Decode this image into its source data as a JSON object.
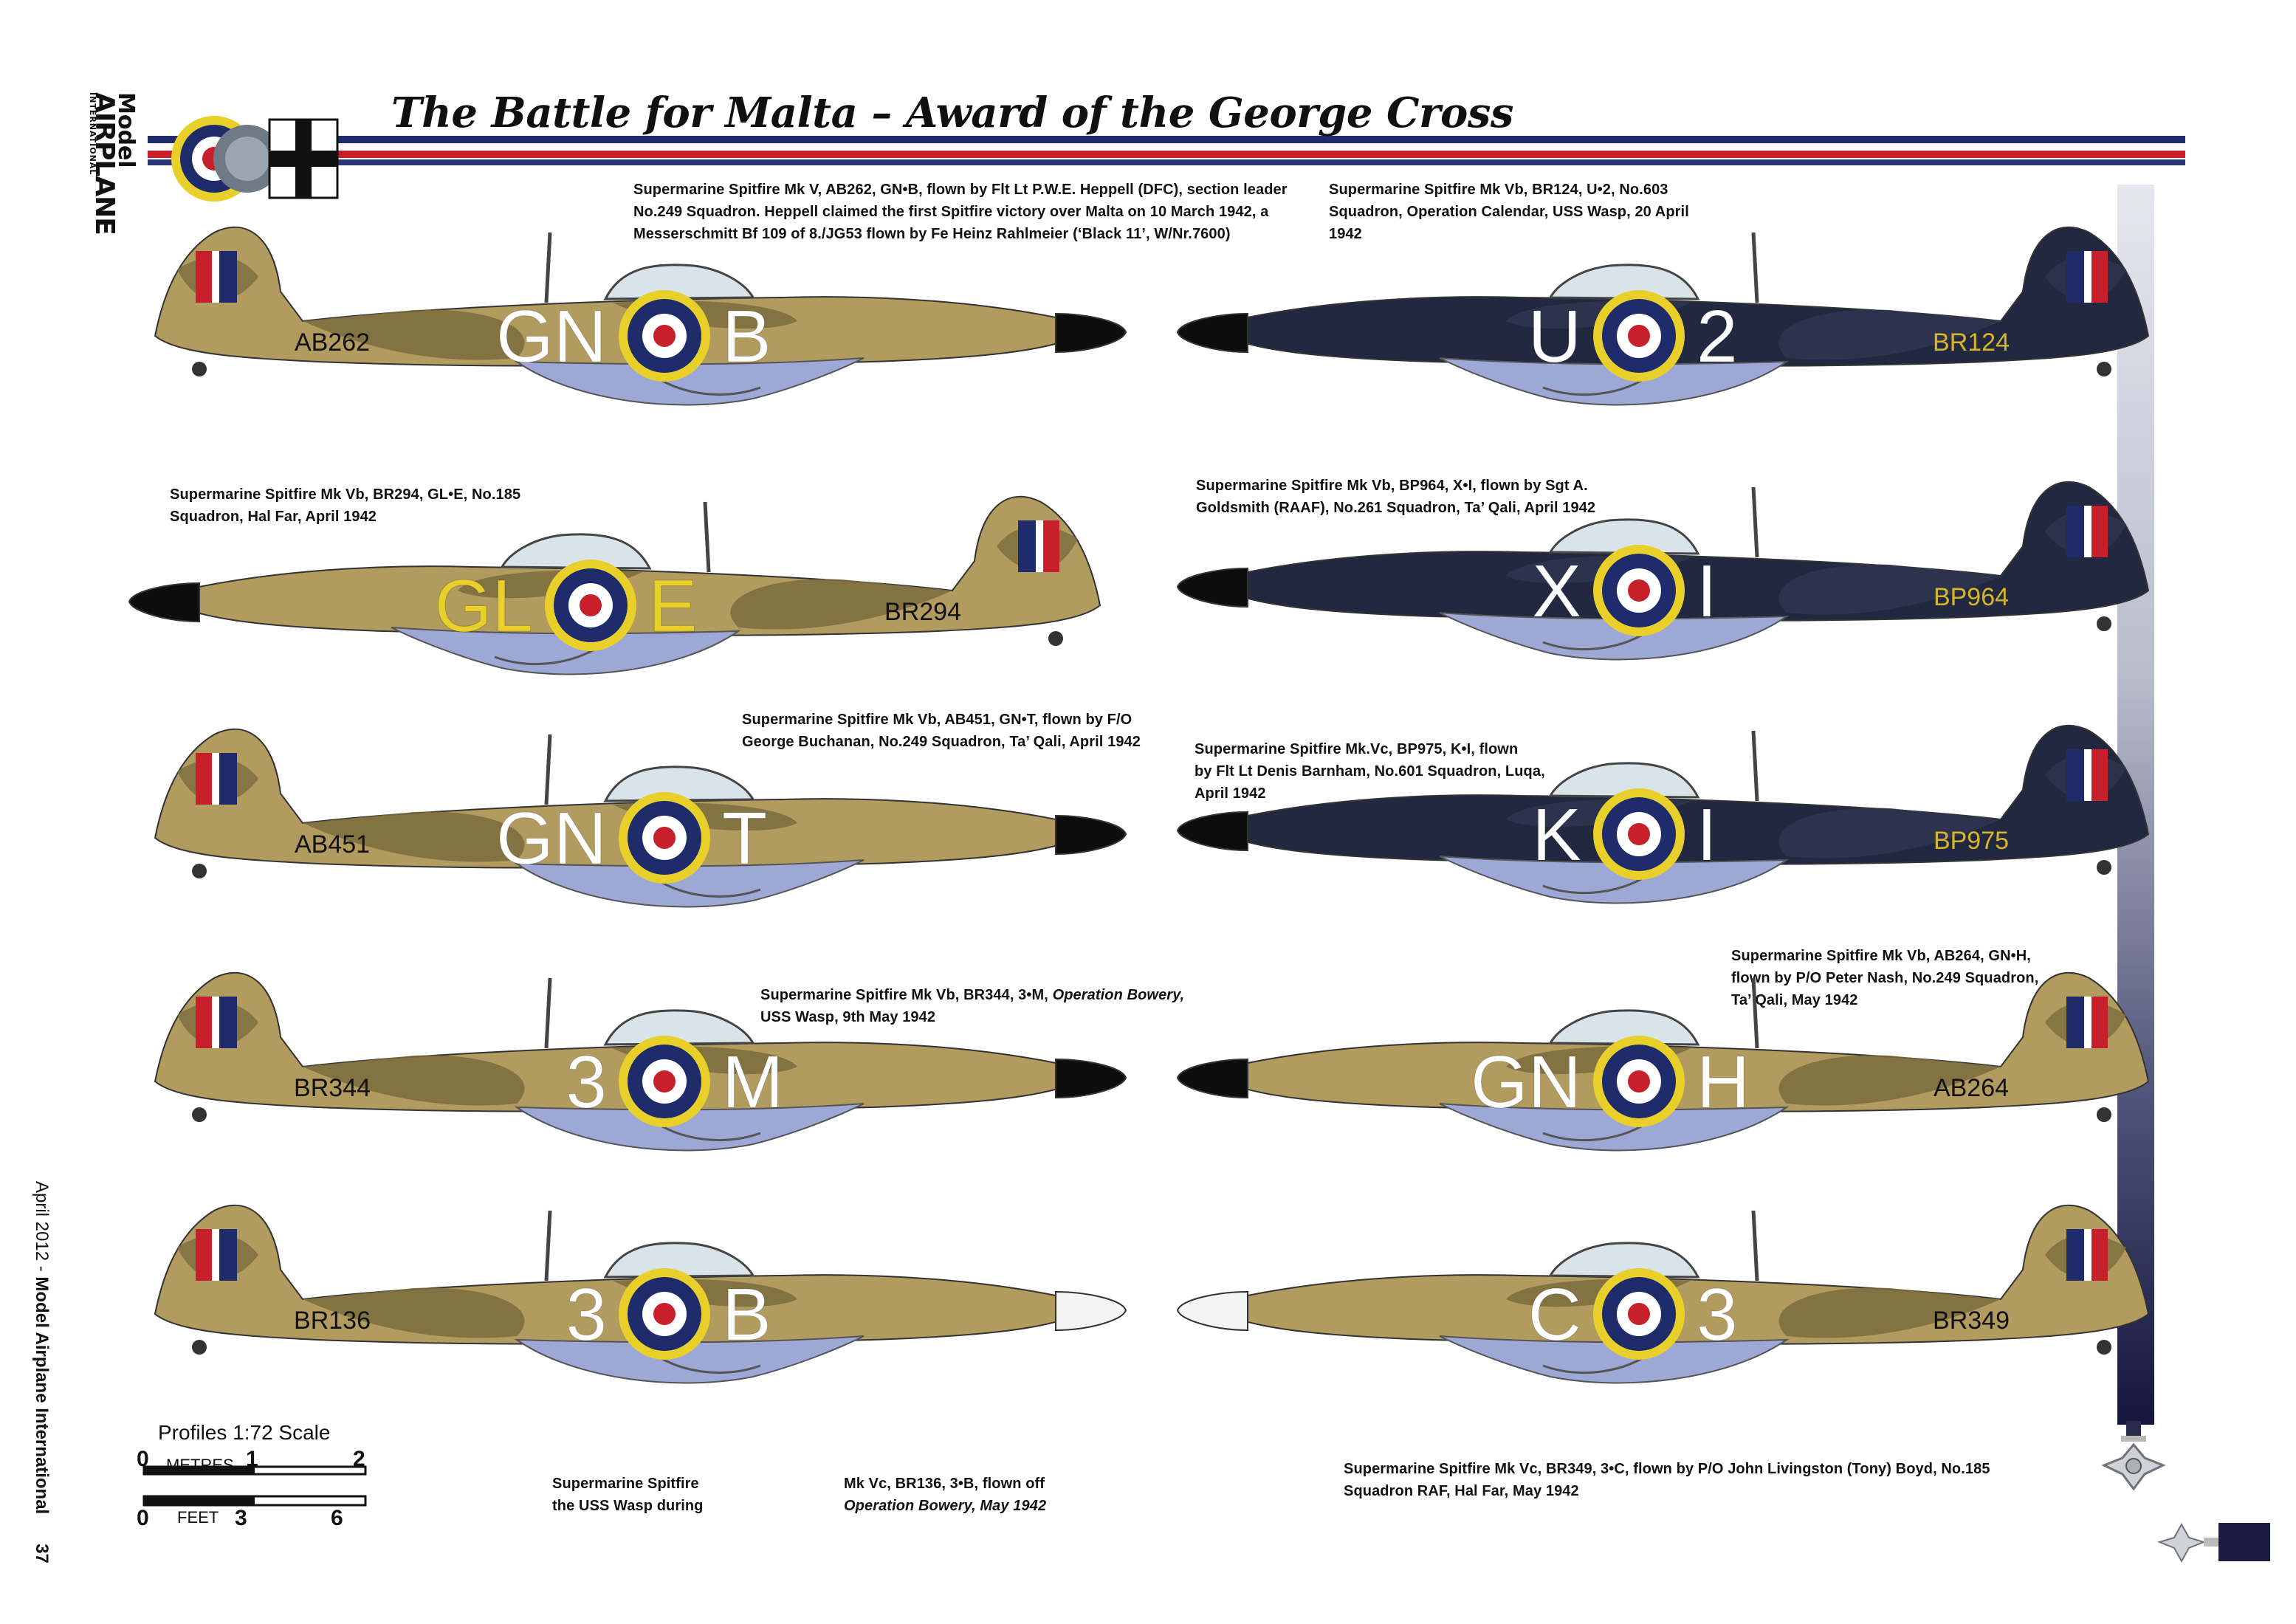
{
  "magazine": {
    "logo_line1": "Model",
    "logo_line2": "AIRPLANE",
    "logo_line3": "INTERNATIONAL"
  },
  "title": "The Battle for Malta – Award of the George Cross",
  "footer": {
    "issue": "April 2012 - ",
    "magazine": "Model Airplane International",
    "page": "37"
  },
  "scale": {
    "title": "Profiles 1:72 Scale",
    "metres_label": "METRES",
    "metres_ticks": [
      "0",
      "1",
      "2"
    ],
    "feet_label": "FEET",
    "feet_ticks": [
      "0",
      "3",
      "6"
    ]
  },
  "colors": {
    "raf_red": "#c8202a",
    "raf_blue": "#1f2c6b",
    "raf_yellow": "#e8cf2a",
    "desert_tan": "#b29b5f",
    "desert_brown": "#7a6c3e",
    "navy": "#22283f",
    "under_blue": "#9da8d6"
  },
  "captions": [
    {
      "id": "c1",
      "lines": [
        "Supermarine Spitfire Mk V, AB262, GN•B, flown by Flt Lt P.W.E. Heppell (DFC), section leader",
        "No.249 Squadron. Heppell claimed the first Spitfire victory over Malta on 10 March 1942, a",
        "Messerschmitt Bf 109 of 8./JG53 flown by Fe Heinz Rahlmeier (‘Black 11’, W/Nr.7600)"
      ]
    },
    {
      "id": "c2",
      "lines": [
        "Supermarine Spitfire Mk Vb, BR124, U•2, No.603",
        "Squadron, Operation Calendar, USS Wasp, 20 April",
        "1942"
      ]
    },
    {
      "id": "c3",
      "lines": [
        "Supermarine Spitfire Mk Vb, BR294, GL•E, No.185",
        "Squadron, Hal Far, April 1942"
      ]
    },
    {
      "id": "c4",
      "lines": [
        "Supermarine Spitfire Mk Vb, BP964, X•I, flown by Sgt A.",
        "Goldsmith (RAAF), No.261 Squadron, Ta’ Qali, April 1942"
      ]
    },
    {
      "id": "c5",
      "lines": [
        "Supermarine Spitfire Mk Vb, AB451, GN•T, flown by F/O",
        "George Buchanan, No.249 Squadron, Ta’ Qali, April 1942"
      ]
    },
    {
      "id": "c6",
      "lines": [
        "Supermarine Spitfire Mk.Vc, BP975, K•I, flown",
        "by Flt Lt Denis Barnham, No.601 Squadron, Luqa,",
        "April 1942"
      ]
    },
    {
      "id": "c7",
      "lines": [
        "Supermarine Spitfire Mk Vb, BR344, 3•M, ",
        "USS Wasp, 9th May 1942"
      ],
      "italic_tail": "Operation Bowery,"
    },
    {
      "id": "c8",
      "lines": [
        "Supermarine Spitfire Mk Vb, AB264, GN•H,",
        "flown by P/O Peter Nash, No.249 Squadron,",
        "Ta’ Qali, May 1942"
      ]
    },
    {
      "id": "c9a",
      "lines": [
        "Supermarine   Spitfire",
        "the  USS  Wasp  during"
      ]
    },
    {
      "id": "c9b",
      "lines": [
        "Mk Vc, BR136, 3•B, flown off",
        "Operation Bowery, May 1942"
      ]
    },
    {
      "id": "c10",
      "lines": [
        "Supermarine Spitfire Mk Vc, BR349, 3•C, flown by P/O John Livingston (Tony) Boyd, No.185",
        "Squadron RAF, Hal Far, May 1942"
      ]
    }
  ],
  "aircraft": [
    {
      "id": "p1",
      "serial": "AB262",
      "code_left": "GN",
      "code_right": "B",
      "scheme": "desert",
      "facing": "right",
      "spinner": "black"
    },
    {
      "id": "p2",
      "serial": "BR124",
      "code_left": "U",
      "code_right": "2",
      "scheme": "navy",
      "facing": "left",
      "spinner": "black"
    },
    {
      "id": "p3",
      "serial": "BR294",
      "code_left": "GL",
      "code_right": "E",
      "scheme": "desert",
      "facing": "left",
      "spinner": "black",
      "code_color": "yellow"
    },
    {
      "id": "p4",
      "serial": "BP964",
      "code_left": "X",
      "code_right": "I",
      "scheme": "navy",
      "facing": "left",
      "spinner": "black"
    },
    {
      "id": "p5",
      "serial": "AB451",
      "code_left": "GN",
      "code_right": "T",
      "scheme": "desert",
      "facing": "right",
      "spinner": "black"
    },
    {
      "id": "p6",
      "serial": "BP975",
      "code_left": "K",
      "code_right": "I",
      "scheme": "navy",
      "facing": "left",
      "spinner": "black"
    },
    {
      "id": "p7",
      "serial": "BR344",
      "code_left": "3",
      "code_right": "M",
      "scheme": "desert",
      "facing": "right",
      "spinner": "black"
    },
    {
      "id": "p8",
      "serial": "AB264",
      "code_left": "GN",
      "code_right": "H",
      "scheme": "desert",
      "facing": "left",
      "spinner": "black"
    },
    {
      "id": "p9",
      "serial": "BR136",
      "code_left": "3",
      "code_right": "B",
      "scheme": "desert",
      "facing": "right",
      "spinner": "white"
    },
    {
      "id": "p10",
      "serial": "BR349",
      "code_left": "C",
      "code_right": "3",
      "scheme": "desert",
      "facing": "left",
      "spinner": "white"
    }
  ]
}
